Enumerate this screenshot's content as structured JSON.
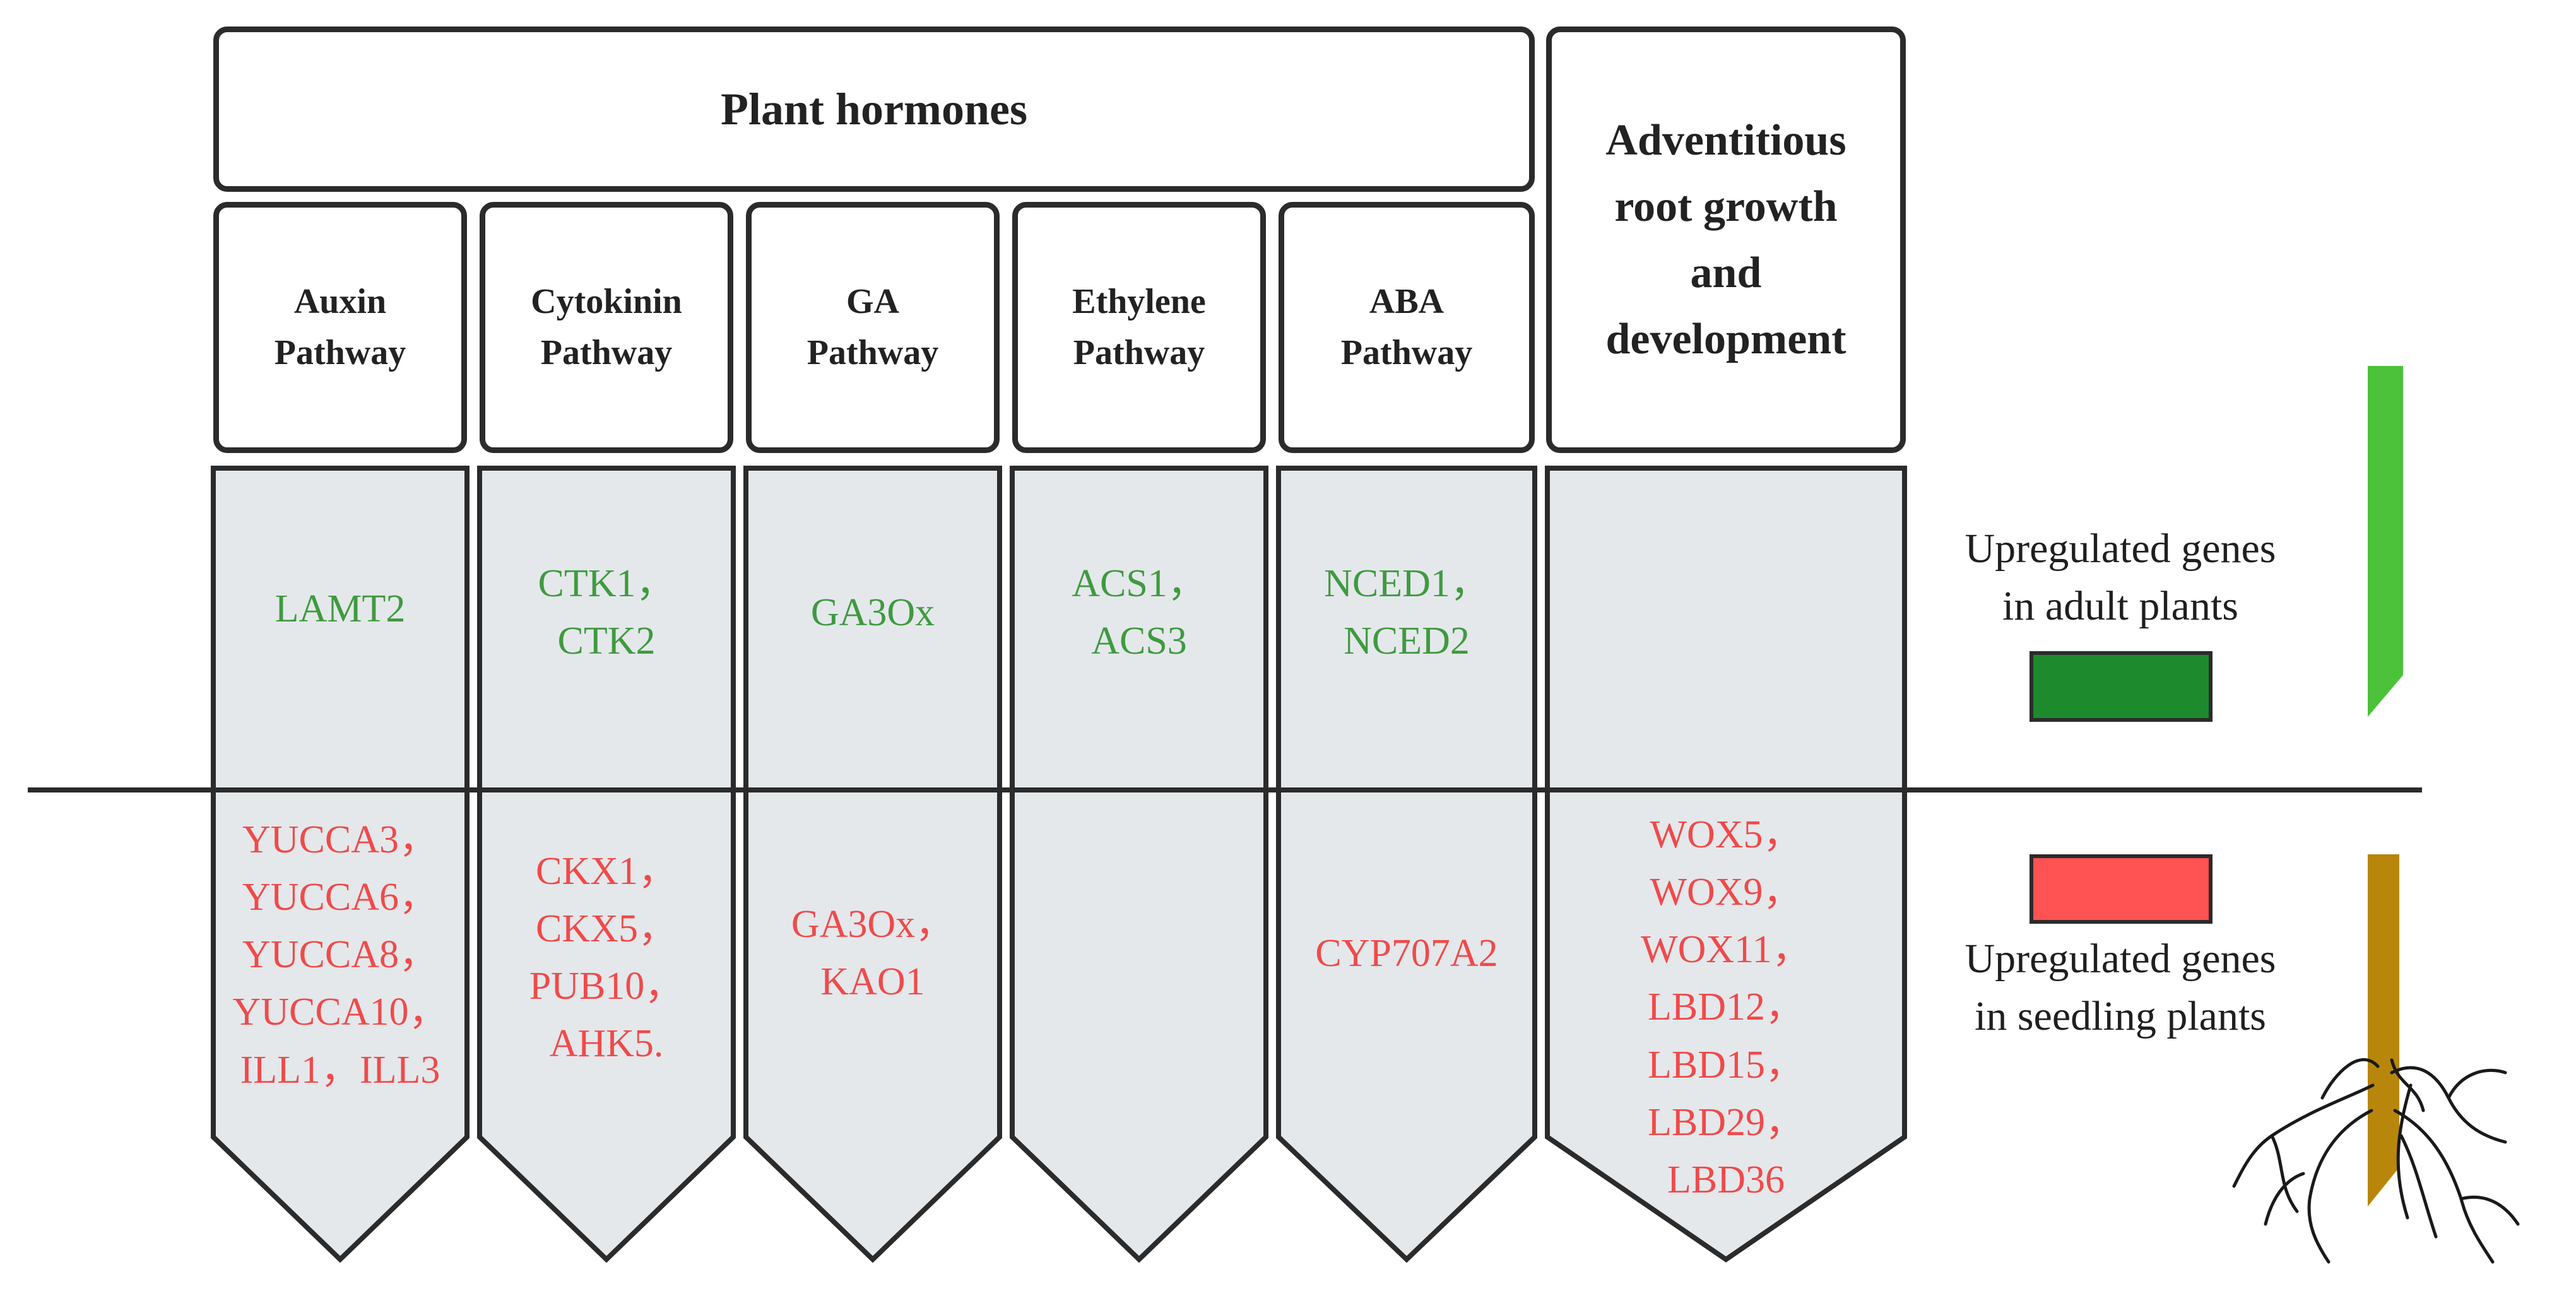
{
  "header": {
    "plant_hormones": "Plant hormones",
    "adventitious": "Adventitious\nroot growth\nand\ndevelopment"
  },
  "columns": [
    {
      "title": "Auxin\nPathway",
      "adult_genes": "LAMT2",
      "seedling_genes": "YUCCA3，\nYUCCA6，\nYUCCA8，\nYUCCA10，\nILL1，ILL3"
    },
    {
      "title": "Cytokinin\nPathway",
      "adult_genes": "CTK1，\n  CTK2",
      "seedling_genes": "CKX1，\nCKX5，\nPUB10，\n  AHK5."
    },
    {
      "title": "GA\nPathway",
      "adult_genes": "GA3Ox",
      "seedling_genes": "GA3Ox，\n  KAO1"
    },
    {
      "title": "Ethylene\nPathway",
      "adult_genes": "ACS1，\n  ACS3",
      "seedling_genes": ""
    },
    {
      "title": "ABA\nPathway",
      "adult_genes": "NCED1，\n  NCED2",
      "seedling_genes": "CYP707A2"
    },
    {
      "title": "",
      "adult_genes": "",
      "seedling_genes": "WOX5，\nWOX9，\nWOX11，\nLBD12，\nLBD15，\nLBD29，\n LBD36"
    }
  ],
  "legend": {
    "adult_label": "Upregulated genes\nin adult plants",
    "seedling_label": "Upregulated genes\nin seedling plants"
  },
  "colors": {
    "adult_swatch": "#1e8a2e",
    "seedling_swatch": "#ff5252",
    "adult_text": "#3f9a3f",
    "seedling_text": "#f04a4a",
    "shoot": "#4cc13a",
    "root": "#b8860b",
    "arrow_fill": "#e4e8eb",
    "outline": "#2b2b2b"
  }
}
